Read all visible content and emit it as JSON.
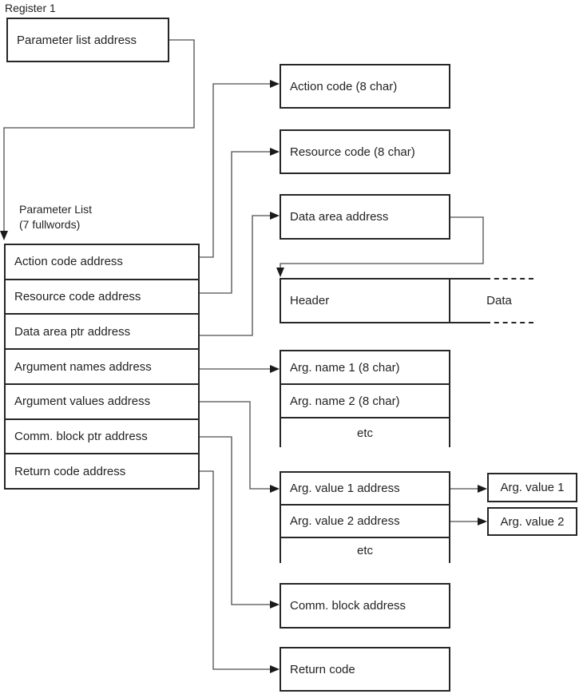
{
  "register": {
    "label": "Register 1",
    "box_label": "Parameter list address"
  },
  "parameter_list": {
    "title_line1": "Parameter List",
    "title_line2": "(7 fullwords)",
    "rows": [
      "Action code address",
      "Resource code address",
      "Data area ptr address",
      "Argument names address",
      "Argument values address",
      "Comm. block ptr address",
      "Return code address"
    ]
  },
  "targets": {
    "action_code": "Action code (8 char)",
    "resource_code": "Resource code (8 char)",
    "data_area_address": "Data area address",
    "header": "Header",
    "data": "Data",
    "arg_names": {
      "row1": "Arg. name 1 (8 char)",
      "row2": "Arg. name 2 (8 char)",
      "etc": "etc"
    },
    "arg_values": {
      "row1": "Arg. value 1 address",
      "row2": "Arg. value 2 address",
      "etc": "etc"
    },
    "comm_block": "Comm. block address",
    "return_code": "Return code"
  },
  "value_boxes": {
    "arg_value_1": "Arg. value 1",
    "arg_value_2": "Arg. value 2"
  },
  "colors": {
    "background": "#ffffff",
    "box_border": "#262626",
    "connector_line": "#4d4d4d",
    "arrowhead": "#1a1a1a",
    "text": "#232323"
  }
}
